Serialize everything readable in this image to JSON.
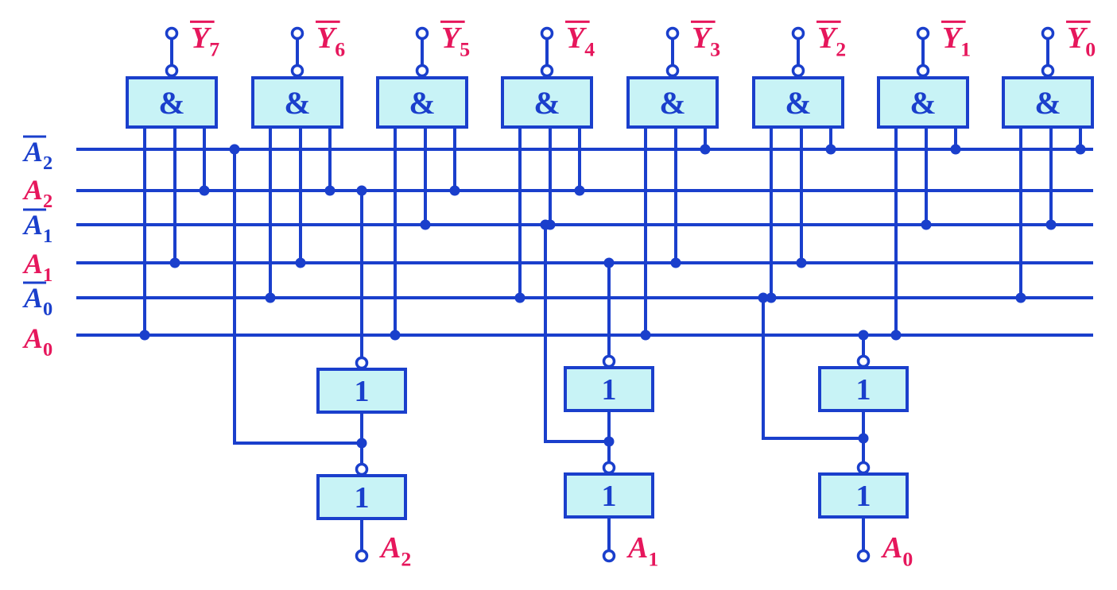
{
  "colors": {
    "wire": "#1a3fcc",
    "gate_fill": "#c8f3f6",
    "label_blue": "#1a3fcc",
    "label_magenta": "#e6175c",
    "bubble_fill": "#ffffff"
  },
  "and_gate_symbol": "&",
  "not_gate_symbol": "1",
  "outputs": [
    {
      "base": "Y",
      "sub": "7"
    },
    {
      "base": "Y",
      "sub": "6"
    },
    {
      "base": "Y",
      "sub": "5"
    },
    {
      "base": "Y",
      "sub": "4"
    },
    {
      "base": "Y",
      "sub": "3"
    },
    {
      "base": "Y",
      "sub": "2"
    },
    {
      "base": "Y",
      "sub": "1"
    },
    {
      "base": "Y",
      "sub": "0"
    }
  ],
  "input_lines": [
    {
      "base": "A",
      "sub": "2",
      "inverted": true,
      "color": "blue"
    },
    {
      "base": "A",
      "sub": "2",
      "inverted": false,
      "color": "magenta"
    },
    {
      "base": "A",
      "sub": "1",
      "inverted": true,
      "color": "blue"
    },
    {
      "base": "A",
      "sub": "1",
      "inverted": false,
      "color": "magenta"
    },
    {
      "base": "A",
      "sub": "0",
      "inverted": true,
      "color": "blue"
    },
    {
      "base": "A",
      "sub": "0",
      "inverted": false,
      "color": "magenta"
    }
  ],
  "inputs": [
    {
      "base": "A",
      "sub": "2"
    },
    {
      "base": "A",
      "sub": "1"
    },
    {
      "base": "A",
      "sub": "0"
    }
  ]
}
